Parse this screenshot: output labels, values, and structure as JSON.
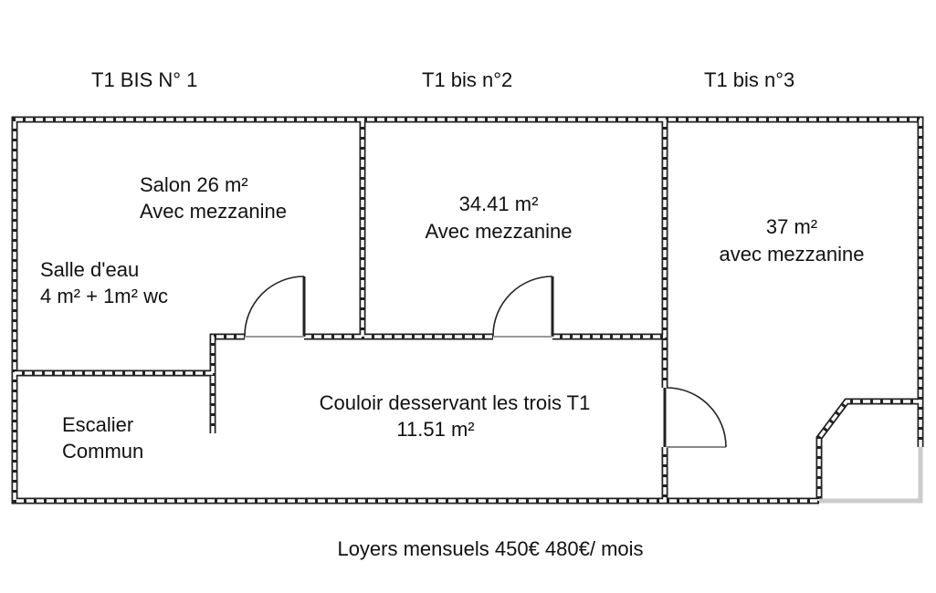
{
  "titles": {
    "unit1": "T1 BIS N° 1",
    "unit2": "T1 bis n°2",
    "unit3": "T1 bis n°3"
  },
  "rooms": {
    "salon_line1": "Salon 26 m²",
    "salon_line2": "Avec mezzanine",
    "salle_line1": "Salle d'eau",
    "salle_line2": "4 m² + 1m² wc",
    "unit2_line1": "34.41 m²",
    "unit2_line2": "Avec mezzanine",
    "unit3_line1": "37 m²",
    "unit3_line2": "avec mezzanine",
    "escalier_line1": "Escalier",
    "escalier_line2": "Commun",
    "couloir_line1": "Couloir desservant les trois T1",
    "couloir_line2": "11.51 m²"
  },
  "footer": "Loyers mensuels 450€ 480€/ mois"
}
